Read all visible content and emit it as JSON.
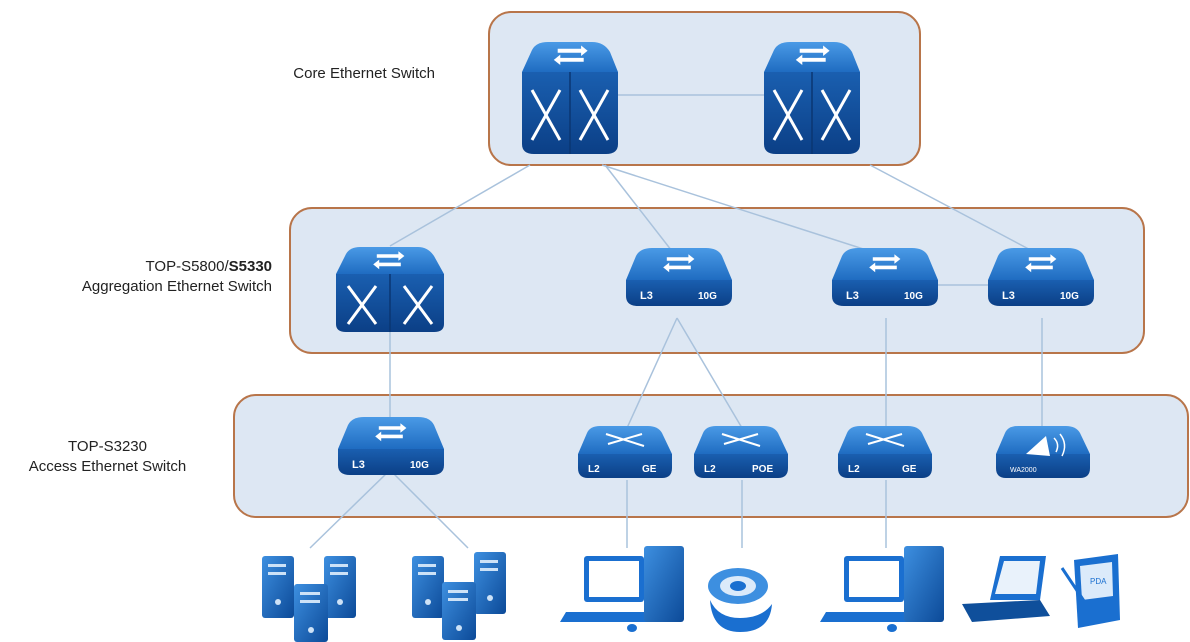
{
  "tiers": {
    "core": {
      "label": "Core Ethernet Switch"
    },
    "aggregation": {
      "label_line1_prefix": "TOP-S5800/",
      "label_line1_bold": "S5330",
      "label_line2": "Aggregation Ethernet Switch"
    },
    "access": {
      "label_line1": "TOP-S3230",
      "label_line2": "Access Ethernet Switch"
    }
  },
  "device_labels": {
    "l3": "L3",
    "ten_g": "10G",
    "l2": "L2",
    "ge": "GE",
    "poe": "POE",
    "wa": "WA2000",
    "pda": "PDA"
  },
  "colors": {
    "panel_fill": "#dde7f3",
    "panel_border": "#b8754a",
    "switch_top": "#2f7fd0",
    "switch_side": "#0f4f9b",
    "device_blue": "#1a6fd0",
    "link": "#a9c2dc"
  }
}
